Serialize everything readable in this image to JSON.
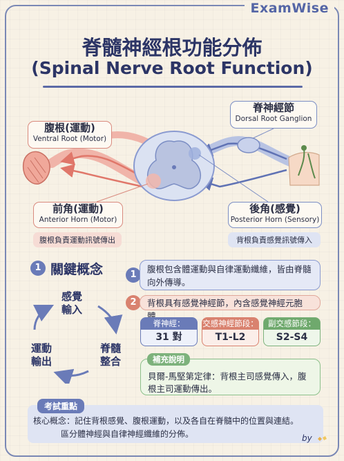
{
  "brand": "ExamWise",
  "title_zh": "脊髓神經根功能分佈",
  "title_en": "(Spinal Nerve Root Function)",
  "labels": {
    "ventral_root": {
      "zh": "腹根(運動)",
      "en": "Ventral Root (Motor)"
    },
    "dorsal_ganglion": {
      "zh": "脊神經節",
      "en": "Dorsal Root Ganglion"
    },
    "anterior_horn": {
      "zh": "前角(運動)",
      "en": "Anterior Horn (Motor)"
    },
    "posterior_horn": {
      "zh": "後角(感覺)",
      "en": "Posterior Horn (Sensory)"
    }
  },
  "pills": {
    "left": "腹根負責運動訊號傳出",
    "right": "背根負責感覺訊號傳入"
  },
  "section": {
    "number": "1",
    "title": "關鍵概念"
  },
  "cycle": {
    "top": [
      "感覺",
      "輸入"
    ],
    "right": [
      "脊髓",
      "整合"
    ],
    "left": [
      "運動",
      "輸出"
    ]
  },
  "facts": [
    {
      "number": "1",
      "text": "腹根包含體運動與自律運動纖維，皆由脊髓向外傳導。"
    },
    {
      "number": "2",
      "text": "背根具有感覺神經節，內含感覺神經元胞體。"
    }
  ],
  "segments": [
    {
      "header": "脊神經：",
      "value": "31 對"
    },
    {
      "header": "交感神經節段：",
      "value": "T1-L2"
    },
    {
      "header": "副交感節段：",
      "value": "S2-S4"
    }
  ],
  "supplement": {
    "tag": "補充說明",
    "text": "貝爾-馬堅第定律：背根主司感覺傳入，腹根主司運動傳出。"
  },
  "exam": {
    "tag": "考試重點",
    "line1": "核心概念：記住背根感覺、腹根運動，以及各自在脊髓中的位置與連結。",
    "line2": "區分體神經與自律神經纖維的分佈。"
  },
  "byline": "by",
  "colors": {
    "motor": "#e8877a",
    "sensory": "#6a7bb8",
    "accent": "#2c3566"
  }
}
